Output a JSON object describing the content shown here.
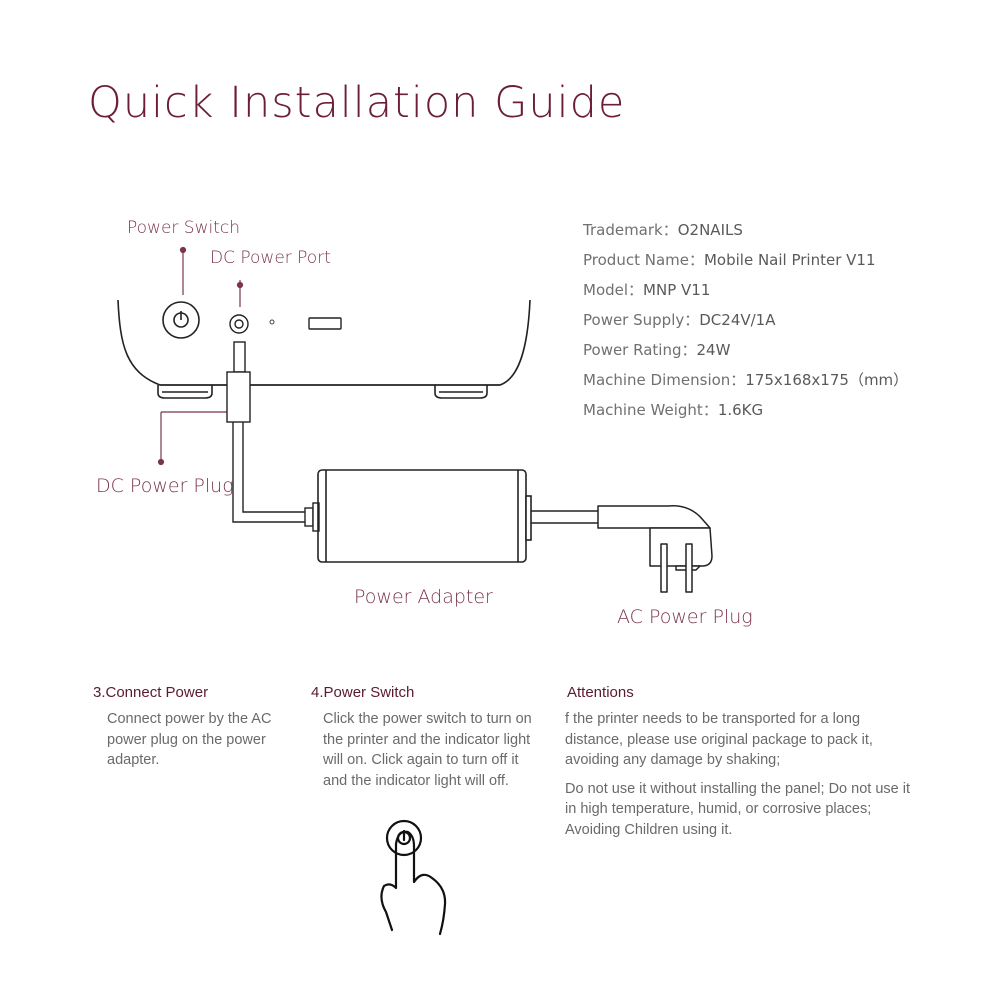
{
  "title": "Quick Installation Guide",
  "diagram": {
    "power_switch": "Power Switch",
    "dc_power_port": "DC Power Port",
    "dc_power_plug": "DC Power Plug",
    "power_adapter": "Power Adapter",
    "ac_power_plug": "AC Power Plug"
  },
  "specs": [
    {
      "label": "Trademark：",
      "value": "O2NAILS"
    },
    {
      "label": "Product Name：",
      "value": "Mobile Nail Printer V11"
    },
    {
      "label": "Model：",
      "value": "MNP V11"
    },
    {
      "label": "Power Supply：",
      "value": "DC24V/1A"
    },
    {
      "label": "Power Rating：",
      "value": "24W"
    },
    {
      "label": "Machine Dimension：",
      "value": "175x168x175（mm）"
    },
    {
      "label": "Machine Weight：",
      "value": "1.6KG"
    }
  ],
  "step3": {
    "heading": "3.Connect Power",
    "body": "Connect power by the AC power plug on the power adapter."
  },
  "step4": {
    "heading": "4.Power Switch",
    "body": "Click the power switch to turn on the printer and the indicator light will on. Click again to turn off it and the indicator light will off."
  },
  "attentions": {
    "heading": "Attentions",
    "paragraphs": [
      "f the printer needs to be transported for a long distance, please use original package to pack it, avoiding any damage by shaking;",
      "Do not use it without installing the panel; Do not use it in high temperature, humid, or corrosive places; Avoiding Children using it."
    ]
  }
}
